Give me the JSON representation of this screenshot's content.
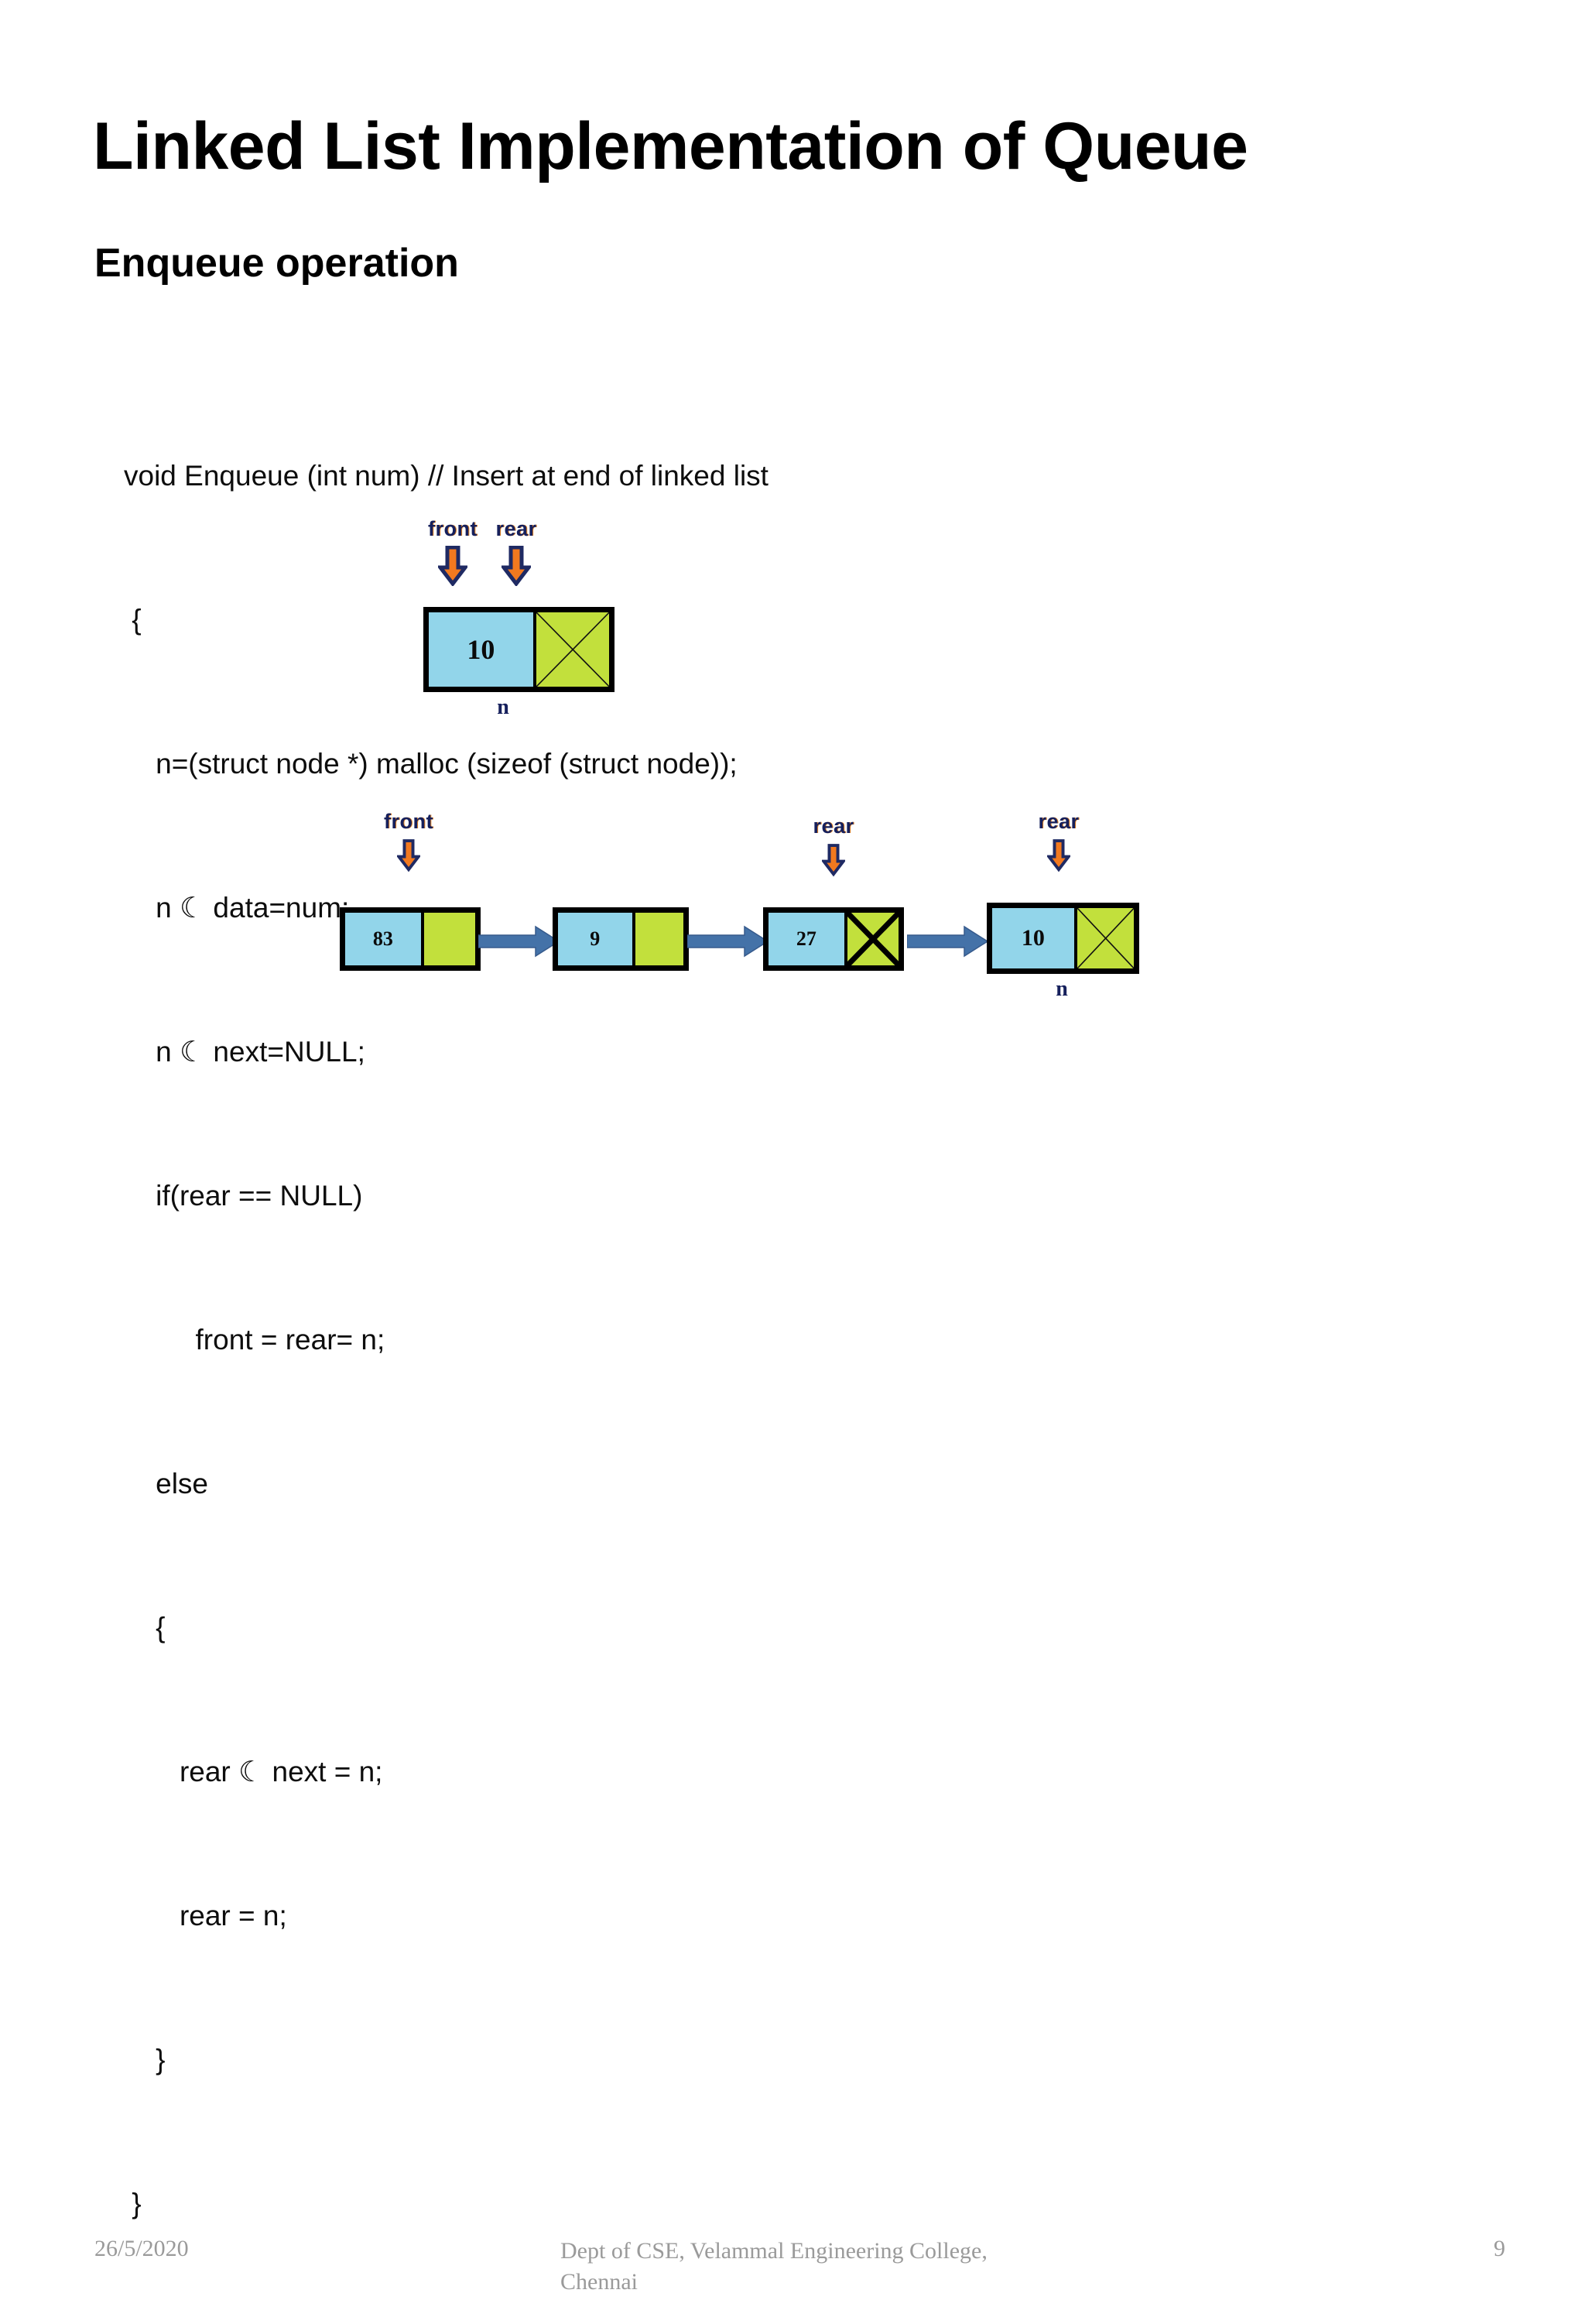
{
  "slide": {
    "title": "Linked List Implementation of Queue",
    "subtitle": "Enqueue operation"
  },
  "code": {
    "lines": [
      "void Enqueue (int num) // Insert at end of linked list",
      " {",
      "    n=(struct node *) malloc (sizeof (struct node));",
      "    n ☾ data=num;",
      "    n ☾ next=NULL;",
      "    if(rear == NULL)",
      "         front = rear= n;",
      "    else",
      "    {",
      "       rear ☾ next = n;",
      "       rear = n;",
      "    }",
      " }"
    ]
  },
  "diagram_top": {
    "pointers": [
      {
        "label": "front"
      },
      {
        "label": "rear"
      }
    ],
    "node": {
      "data": "10",
      "next_null": true,
      "name_label": "n"
    }
  },
  "diagram_bottom": {
    "nodes": [
      {
        "data": "83",
        "next_null": false,
        "pointer": "front",
        "name_label": ""
      },
      {
        "data": "9",
        "next_null": false,
        "pointer": "",
        "name_label": ""
      },
      {
        "data": "27",
        "next_null": true,
        "pointer": "rear",
        "name_label": ""
      },
      {
        "data": "10",
        "next_null": true,
        "pointer": "rear",
        "name_label": "n"
      }
    ],
    "connector_count": 3
  },
  "footer": {
    "date": "26/5/2020",
    "center": "Dept of CSE, Velammal Engineering College, Chennai",
    "page": "9"
  },
  "colors": {
    "data_cell": "#92d5ea",
    "next_cell": "#c2e03c",
    "pointer_label": "#16205c",
    "pointer_arrow_fill": "#f2791f",
    "pointer_arrow_outline": "#1f2a63",
    "connector": "#4472a8",
    "footer_text": "#9a9a9a"
  }
}
